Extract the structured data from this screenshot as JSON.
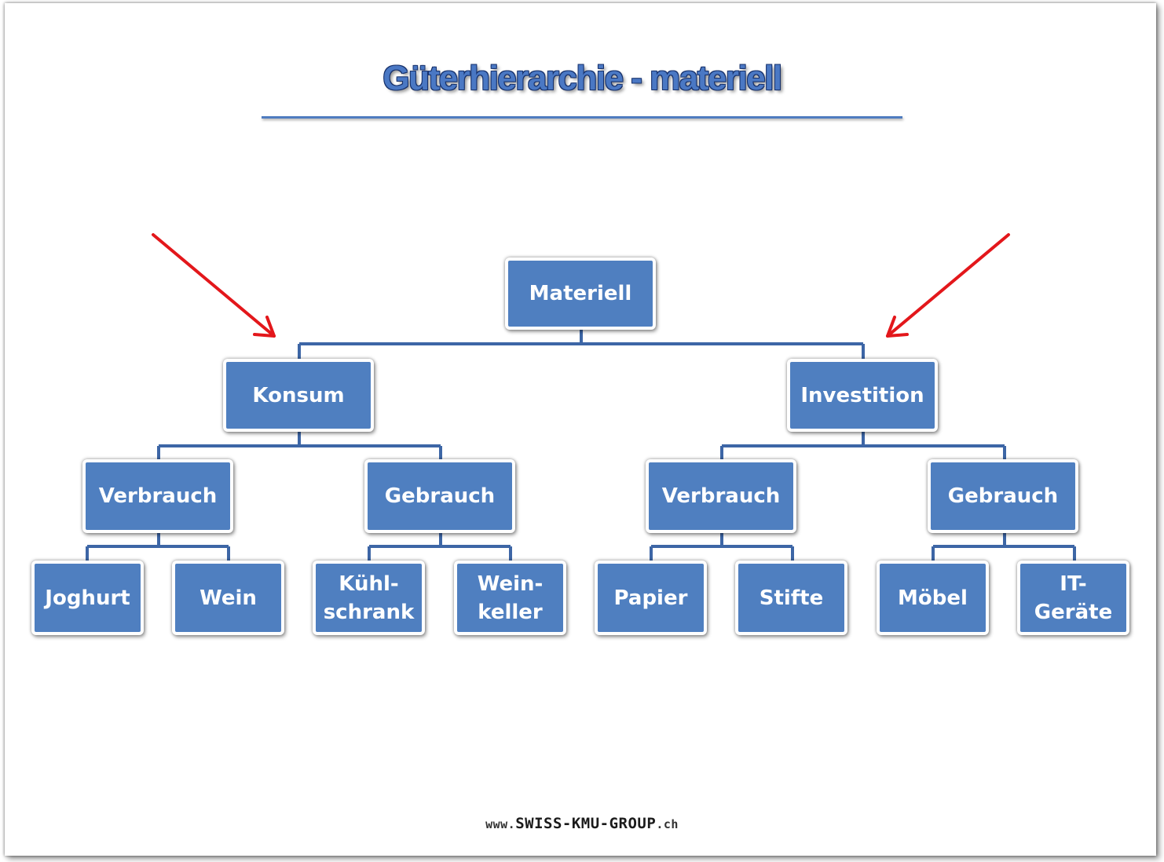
{
  "title": "Güterhierarchie - materiell",
  "nodes": {
    "root": "Materiell",
    "konsum": "Konsum",
    "investition": "Investition",
    "konsum_verbrauch": "Verbrauch",
    "konsum_gebrauch": "Gebrauch",
    "investition_verbrauch": "Verbrauch",
    "investition_gebrauch": "Gebrauch",
    "joghurt": "Joghurt",
    "wein": "Wein",
    "kuehlschrank": "Kühl-\nschrank",
    "weinkeller": "Wein-\nkeller",
    "papier": "Papier",
    "stifte": "Stifte",
    "moebel": "Möbel",
    "it_geraete": "IT-\nGeräte"
  },
  "footer": {
    "prefix": "www.",
    "brand": "SWISS-KMU-GROUP",
    "suffix": ".ch"
  },
  "colors": {
    "node_fill": "#4f7fc0",
    "connector": "#3d66a6",
    "arrow": "#e3171b",
    "title": "#4a78c4"
  }
}
